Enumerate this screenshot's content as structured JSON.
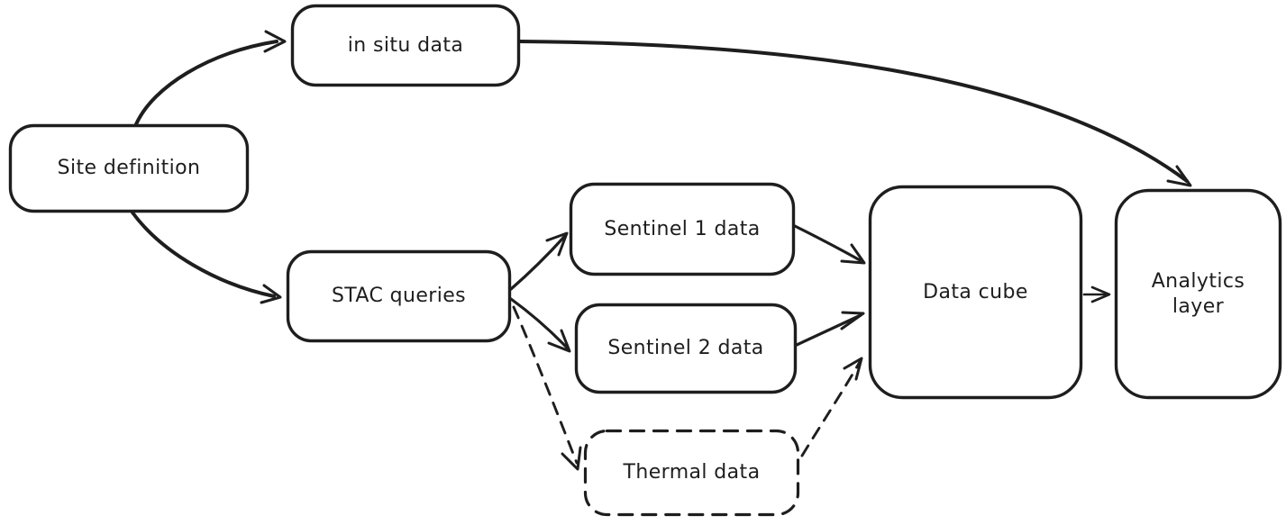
{
  "diagram": {
    "colors": {
      "stroke": "#1e1e1e",
      "background": "#ffffff"
    },
    "nodes": [
      {
        "id": "site-definition",
        "label": "Site definition",
        "style": "solid"
      },
      {
        "id": "in-situ-data",
        "label": "in situ data",
        "style": "solid"
      },
      {
        "id": "stac-queries",
        "label": "STAC queries",
        "style": "solid"
      },
      {
        "id": "sentinel-1-data",
        "label": "Sentinel 1 data",
        "style": "solid"
      },
      {
        "id": "sentinel-2-data",
        "label": "Sentinel 2 data",
        "style": "solid"
      },
      {
        "id": "thermal-data",
        "label": "Thermal data",
        "style": "dashed"
      },
      {
        "id": "data-cube",
        "label": "Data cube",
        "style": "solid"
      },
      {
        "id": "analytics-layer",
        "label": "Analytics layer",
        "style": "solid"
      }
    ],
    "edges": [
      {
        "from": "site-definition",
        "to": "in-situ-data",
        "style": "solid"
      },
      {
        "from": "site-definition",
        "to": "stac-queries",
        "style": "solid"
      },
      {
        "from": "in-situ-data",
        "to": "analytics-layer",
        "style": "solid"
      },
      {
        "from": "stac-queries",
        "to": "sentinel-1-data",
        "style": "solid"
      },
      {
        "from": "stac-queries",
        "to": "sentinel-2-data",
        "style": "solid"
      },
      {
        "from": "stac-queries",
        "to": "thermal-data",
        "style": "dashed"
      },
      {
        "from": "sentinel-1-data",
        "to": "data-cube",
        "style": "solid"
      },
      {
        "from": "sentinel-2-data",
        "to": "data-cube",
        "style": "solid"
      },
      {
        "from": "thermal-data",
        "to": "data-cube",
        "style": "dashed"
      },
      {
        "from": "data-cube",
        "to": "analytics-layer",
        "style": "solid"
      }
    ]
  }
}
